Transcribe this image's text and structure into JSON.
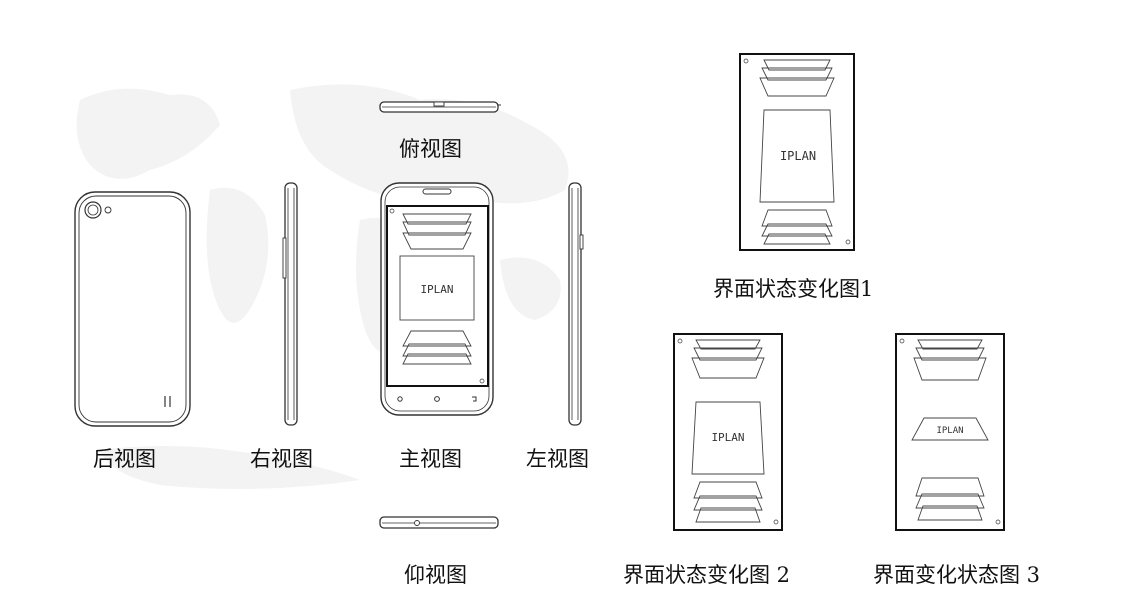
{
  "views": {
    "back_view": "后视图",
    "right_view": "右视图",
    "front_view": "主视图",
    "left_view": "左视图",
    "top_view": "俯视图",
    "bottom_view": "仰视图"
  },
  "interface_states": {
    "state_1": "界面状态变化图1",
    "state_2": "界面状态变化图 2",
    "state_3": "界面变化状态图 3"
  },
  "screen_logo_text": "IPLAN",
  "colors": {
    "line": "#333333",
    "background": "#ffffff",
    "faint_map": "#f1f1f1"
  }
}
